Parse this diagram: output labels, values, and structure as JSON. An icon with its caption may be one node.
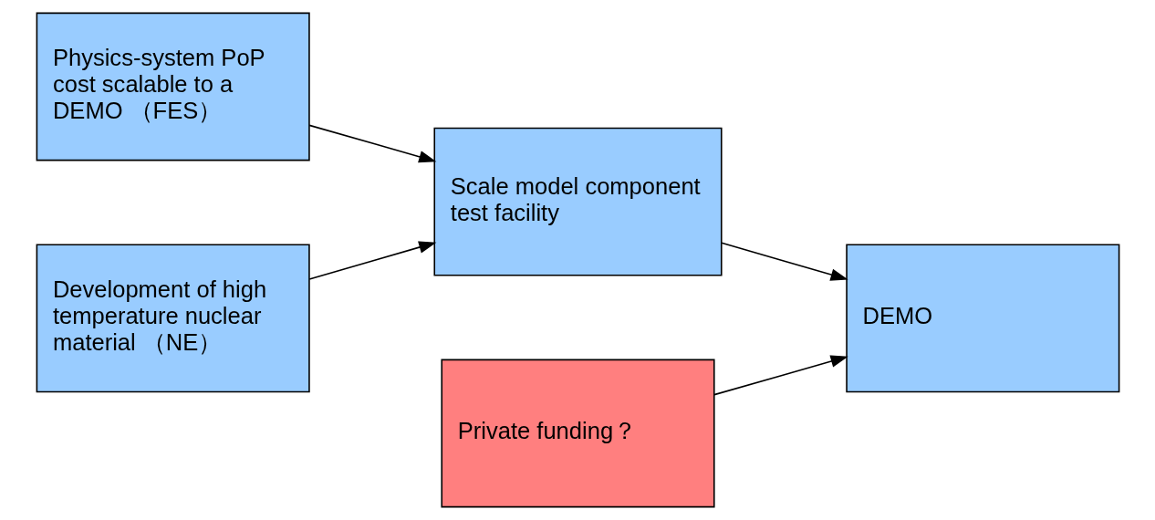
{
  "diagram": {
    "nodes": [
      {
        "text": [
          "Physics-system PoP cost scalable to a DEMO （FES）"
        ]
      },
      {
        "text": [
          "Development of high temperature nuclear material （NE）"
        ]
      },
      {
        "text": [
          "Scale model component test facility"
        ]
      },
      {
        "text": [
          "DEMO"
        ]
      },
      {
        "text": [
          "Private funding？"
        ]
      }
    ],
    "edges": [
      {
        "from": 0,
        "to": 2,
        "arrow": "to"
      },
      {
        "from": 1,
        "to": 2,
        "arrow": "to"
      },
      {
        "from": 2,
        "to": 3,
        "arrow": "to"
      },
      {
        "from": 4,
        "to": 3,
        "arrow": "to"
      }
    ]
  }
}
